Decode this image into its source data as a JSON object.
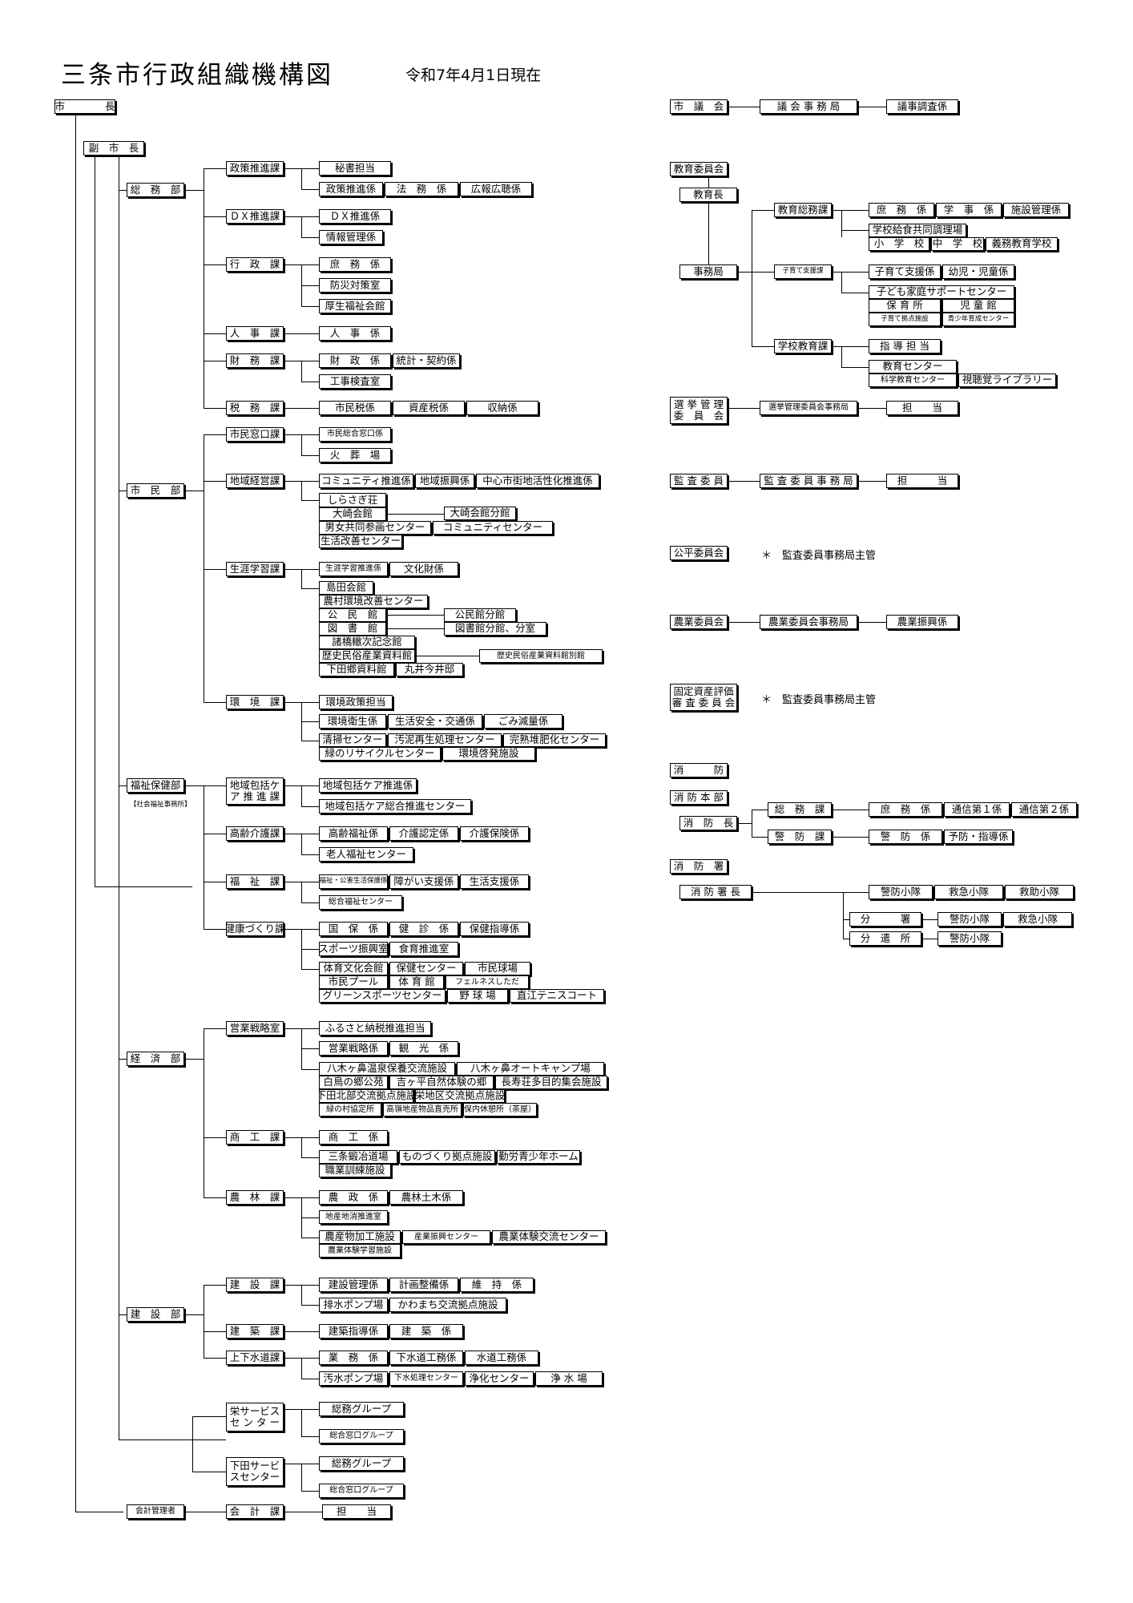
{
  "title": "三条市行政組織機構図",
  "date": "令和7年4月1日現在",
  "mayor": "市　　　　長",
  "vice_mayor": "副　市　長",
  "treasurer": "会計管理者",
  "soumu": {
    "dept": "総　務　部",
    "kikaku": {
      "name": "政策推進課",
      "a": "秘書担当",
      "b1": "政策推進係",
      "b2": "法　務　係",
      "b3": "広報広聴係"
    },
    "dx": {
      "name": "ＤＸ推進課",
      "a": "ＤＸ推進係",
      "b": "情報管理係"
    },
    "gyosei": {
      "name": "行　政　課",
      "a": "庶　務　係",
      "b": "防災対策室",
      "c": "厚生福祉会館"
    },
    "jinji": {
      "name": "人　事　課",
      "a": "人　事　係"
    },
    "zaimu": {
      "name": "財　務　課",
      "a1": "財　政　係",
      "a2": "統計・契約係",
      "b": "工事検査室"
    },
    "zeimu": {
      "name": "税　務　課",
      "a1": "市民税係",
      "a2": "資産税係",
      "a3": "収納係"
    }
  },
  "shimin": {
    "dept": "市　民　部",
    "madoguchi": {
      "name": "市民窓口課",
      "a": "市民総合窓口係",
      "b": "火　葬　場"
    },
    "chiiki": {
      "name": "地域経営課",
      "a1": "コミュニティ推進係",
      "a2": "地域振興係",
      "a3": "中心市街地活性化推進係",
      "b": "しらさぎ荘",
      "c1": "大崎会館",
      "c2": "大崎会館分館",
      "d1": "男女共同参画センター",
      "d2": "コミュニティセンター",
      "e": "生活改善センター"
    },
    "shogai": {
      "name": "生涯学習課",
      "a1": "生涯学習推進係",
      "a2": "文化財係",
      "b": "島田会館",
      "c": "農村環境改善センター",
      "d1": "公　民　館",
      "d2": "公民館分館",
      "e1": "図　書　館",
      "e2": "図書館分館、分室",
      "f": "諸橋轍次記念館",
      "g1": "歴史民俗産業資料館",
      "g2": "歴史民俗産業資料館別館",
      "h1": "下田郷資料館",
      "h2": "丸井今井邸"
    },
    "kankyo": {
      "name": "環　境　課",
      "a": "環境政策担当",
      "b1": "環境衛生係",
      "b2": "生活安全・交通係",
      "b3": "ごみ減量係",
      "c1": "清掃センター",
      "c2": "汚泥再生処理センター",
      "c3": "完熟堆肥化センター",
      "d1": "緑のリサイクルセンター",
      "d2": "環境啓発施設"
    }
  },
  "fukushi": {
    "dept": "福祉保健部",
    "sub": "【社会福祉事務所】",
    "houkatsu": {
      "name1": "地域包括ケ",
      "name2": "ア 推 進 課",
      "a": "地域包括ケア推進係",
      "b": "地域包括ケア総合推進センター"
    },
    "kourei": {
      "name": "高齢介護課",
      "a1": "高齢福祉係",
      "a2": "介護認定係",
      "a3": "介護保険係",
      "b": "老人福祉センター"
    },
    "fukushika": {
      "name": "福　祉　課",
      "a1": "福祉・公害生活保護係",
      "a2": "障がい支援係",
      "a3": "生活支援係",
      "b": "総合福祉センター"
    },
    "kenko": {
      "name": "健康づくり課",
      "a1": "国　保　係",
      "a2": "健　診　係",
      "a3": "保健指導係",
      "b1": "スポーツ振興室",
      "b2": "食育推進室",
      "c1": "体育文化会館",
      "c2": "保健センター",
      "c3": "市民球場",
      "d1": "市民プール",
      "d2": "体 育 館",
      "d3": "フェルネスしただ",
      "e1": "グリーンスポーツセンター",
      "e2": "野 球 場",
      "e3": "直江テニスコート"
    }
  },
  "keizai": {
    "dept": "経　済　部",
    "eigyo": {
      "name": "営業戦略室",
      "a": "ふるさと納税推進担当",
      "b1": "営業戦略係",
      "b2": "観　光　係",
      "c1": "八木ヶ鼻温泉保養交流施設",
      "c2": "八木ヶ鼻オートキャンプ場",
      "d1": "白鳥の郷公苑",
      "d2": "吉ヶ平自然体験の郷",
      "d3": "長寿荘多目的集会施設",
      "e1": "下田北部交流拠点施設",
      "e2": "栄地区交流拠点施設",
      "f1": "緑の村協定所",
      "f2": "高嶺地産物品直売所",
      "f3": "保内休憩所（茶屋）"
    },
    "shoko": {
      "name": "商　工　課",
      "a": "商　工　係",
      "b1": "三条鍛冶道場",
      "b2": "ものづくり拠点施設",
      "b3": "勤労青少年ホーム",
      "c": "職業訓練施設"
    },
    "norin": {
      "name": "農　林　課",
      "a1": "農　政　係",
      "a2": "農林土木係",
      "b": "地産地消推進室",
      "c1": "農産物加工施設",
      "c2": "産業振興センター",
      "c3": "農業体験交流センター",
      "d": "農業体験学習施設"
    }
  },
  "kensetsu": {
    "dept": "建　設　部",
    "kensetsuka": {
      "name": "建　設　課",
      "a1": "建設管理係",
      "a2": "計画整備係",
      "a3": "維　持　係",
      "b1": "排水ポンプ場",
      "b2": "かわまち交流拠点施設"
    },
    "kenchiku": {
      "name": "建　築　課",
      "a1": "建築指導係",
      "a2": "建　築　係"
    },
    "gesui": {
      "name": "上下水道課",
      "a1": "業　務　係",
      "a2": "下水道工務係",
      "a3": "水道工務係",
      "b1": "汚水ポンプ場",
      "b2": "下水処理センター",
      "b3": "浄化センター",
      "b4": "浄 水 場"
    }
  },
  "sakae": {
    "name1": "栄サービス",
    "name2": "セ ン タ ー",
    "a": "総務グループ",
    "b": "総合窓口グループ"
  },
  "shitada": {
    "name1": "下田サービ",
    "name2": "スセンター",
    "a": "総務グループ",
    "b": "総合窓口グループ"
  },
  "kaikei": {
    "name": "会　計　課",
    "a": "担　　当"
  },
  "gikai": {
    "name": "市　議　会",
    "office": "議 会 事 務 局",
    "a": "議事調査係"
  },
  "kyoiku": {
    "name": "教育委員会",
    "head": "教育長",
    "office": "事務局",
    "soumu": {
      "name": "教育総務課",
      "a1": "庶　務　係",
      "a2": "学　事　係",
      "a3": "施設管理係",
      "b": "学校給食共同調理場",
      "c1": "小　学　校",
      "c2": "中　学　校",
      "c3": "義務教育学校"
    },
    "kosodate": {
      "name": "子育て支援課",
      "a1": "子育て支援係",
      "a2": "幼児・児童係",
      "b": "子ども家庭サポートセンター",
      "c1": "保 育 所",
      "c2": "児 童 館",
      "d1": "子育て拠点施設",
      "d2": "青少年育成センター"
    },
    "gakko": {
      "name": "学校教育課",
      "a": "指 導 担 当",
      "b": "教育センター",
      "c1": "科学教育センター",
      "c2": "視聴覚ライブラリー"
    }
  },
  "senkyo": {
    "name1": "選 挙 管 理",
    "name2": "委　員　会",
    "office": "選挙管理委員会事務局",
    "a": "担　　当"
  },
  "kansa": {
    "name": "監 査 委 員",
    "office": "監 査 委 員 事 務 局",
    "a": "担　　　当"
  },
  "kohei": {
    "name": "公平委員会",
    "note": "＊　監査委員事務局主管"
  },
  "nogyo": {
    "name": "農業委員会",
    "office": "農業委員会事務局",
    "a": "農業振興係"
  },
  "kotei": {
    "name1": "固定資産評価",
    "name2": "審 査 委 員 会",
    "note": "＊　監査委員事務局主管"
  },
  "shobo": {
    "title": "消　　　防",
    "honbu": "消 防 本 部",
    "chief": "消　防　長",
    "soumu": {
      "name": "総　務　課",
      "a1": "庶　務　係",
      "a2": "通信第１係",
      "a3": "通信第２係"
    },
    "keibo": {
      "name": "警　防　課",
      "a1": "警　防　係",
      "a2": "予防・指導係"
    },
    "sho": "消　防　署",
    "sho_head": "消 防 署 長",
    "main": {
      "a1": "警防小隊",
      "a2": "救急小隊",
      "a3": "救助小隊"
    },
    "bunsho": {
      "name": "分　　　署",
      "a1": "警防小隊",
      "a2": "救急小隊"
    },
    "haken": {
      "name": "分　遣　所",
      "a": "警防小隊"
    }
  }
}
